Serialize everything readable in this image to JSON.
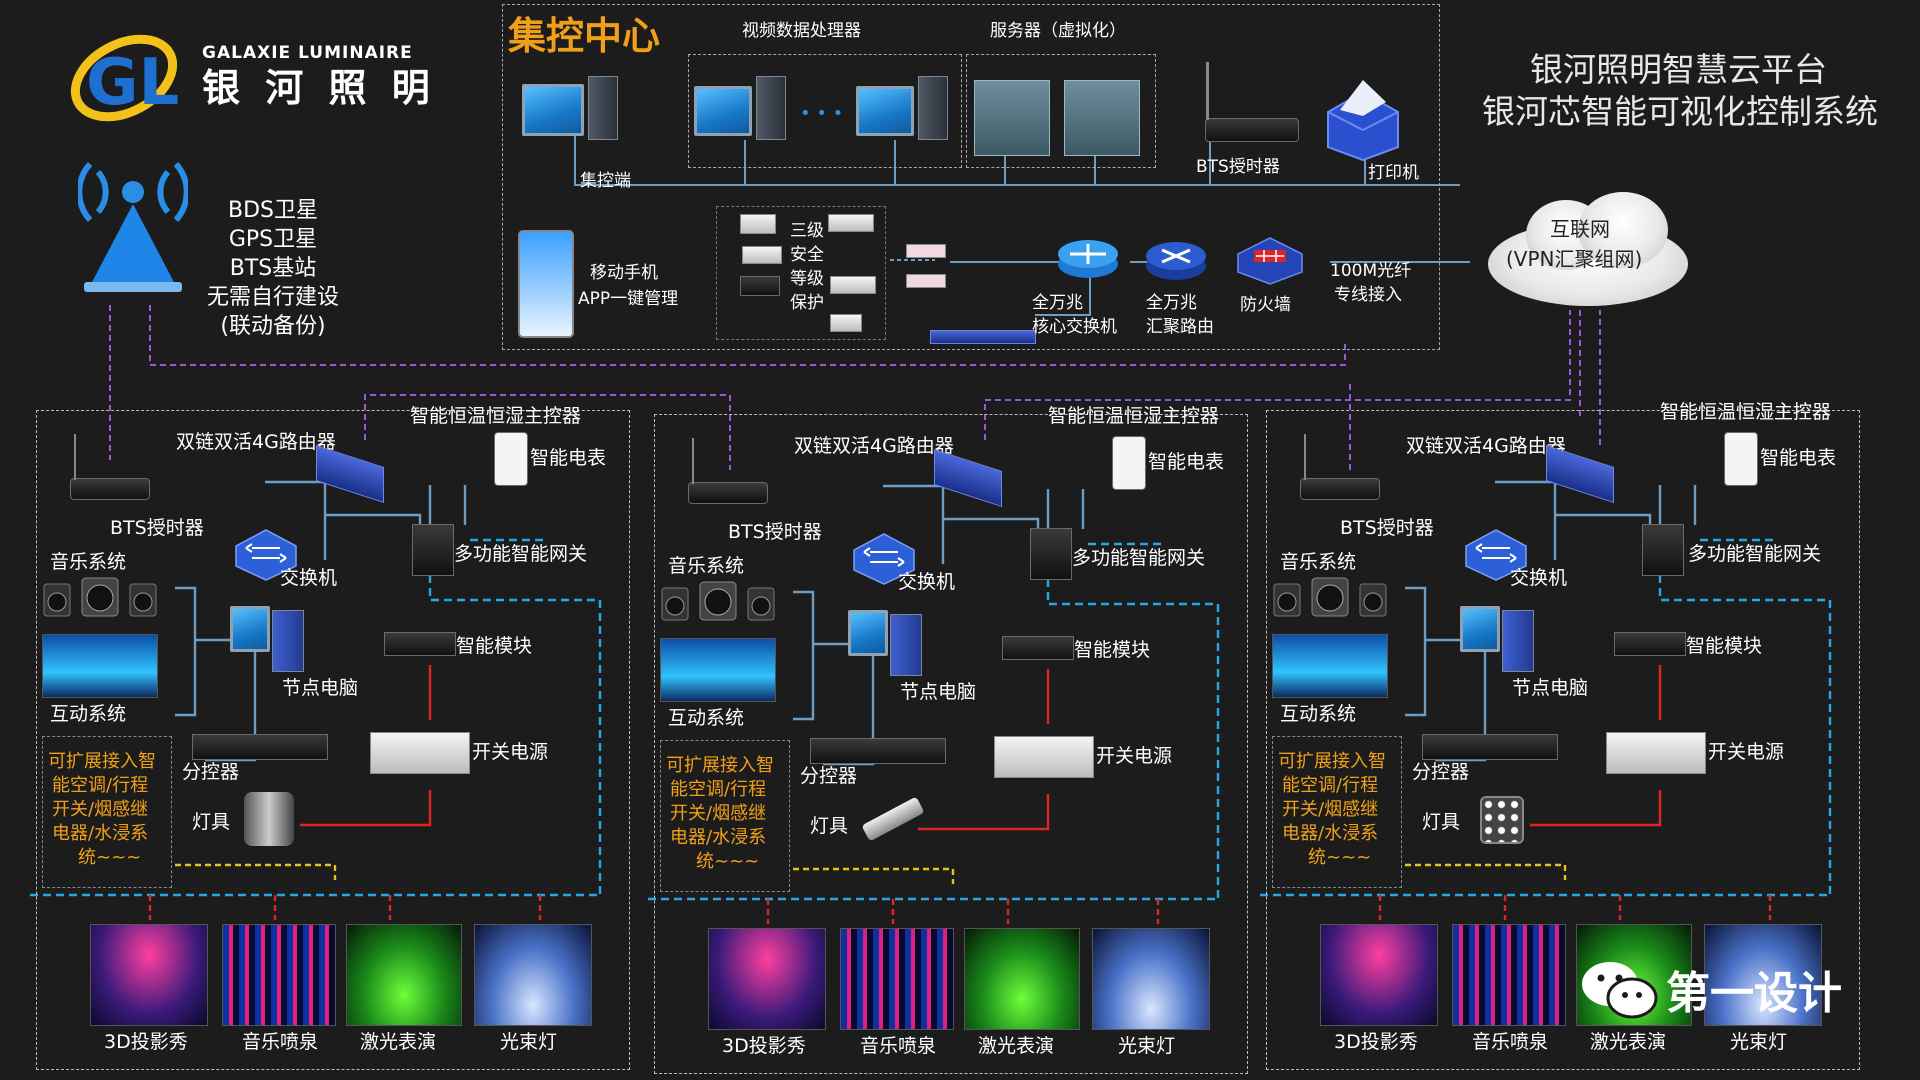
{
  "logo": {
    "brand_en": "GALAXIE LUMINAIRE",
    "brand_cn": "银 河 照 明",
    "mark": "GL"
  },
  "platform": {
    "title_line1": "银河照明智慧云平台",
    "title_line2": "银河芯智能可视化控制系统"
  },
  "satellite": {
    "lines": [
      "BDS卫星",
      "GPS卫星",
      "BTS基站",
      "无需自行建设",
      "(联动备份)"
    ]
  },
  "center": {
    "title": "集控中心",
    "video_processor": "视频数据处理器",
    "server": "服务器（虚拟化）",
    "control_terminal": "集控端",
    "bts_timer": "BTS授时器",
    "printer": "打印机",
    "mobile_label": "移动手机",
    "mobile_app": "APP一键管理",
    "security_lines": [
      "三级",
      "安全",
      "等级",
      "保护"
    ],
    "core_switch_line1": "全万兆",
    "core_switch_line2": "核心交换机",
    "agg_router_line1": "全万兆",
    "agg_router_line2": "汇聚路由",
    "firewall": "防火墙",
    "fiber_line1": "100M光纤",
    "fiber_line2": "专线接入",
    "ellipsis": "• • •"
  },
  "internet": {
    "line1": "互联网",
    "line2": "(VPN汇聚组网)"
  },
  "site": {
    "thermo_controller": "智能恒温恒湿主控器",
    "router_4g": "双链双活4G路由器",
    "smart_meter": "智能电表",
    "bts_timer": "BTS授时器",
    "music_system": "音乐系统",
    "switch": "交换机",
    "gateway": "多功能智能网关",
    "interactive": "互动系统",
    "node_pc": "节点电脑",
    "smart_module": "智能模块",
    "splitter": "分控器",
    "switch_power": "开关电源",
    "lamp": "灯具",
    "expand_lines": [
      "可扩展接入智",
      "能空调/行程",
      "开关/烟感继",
      "电器/水浸系",
      "统~~~"
    ],
    "shows": [
      "3D投影秀",
      "音乐喷泉",
      "激光表演",
      "光束灯"
    ]
  },
  "watermark": "第一设计",
  "colors": {
    "accent_orange": "#f0a018",
    "wire_blue": "#27a8e6",
    "wire_red": "#e02424",
    "wire_purple": "#9a5ad6",
    "wire_yellow": "#e6c21a"
  }
}
